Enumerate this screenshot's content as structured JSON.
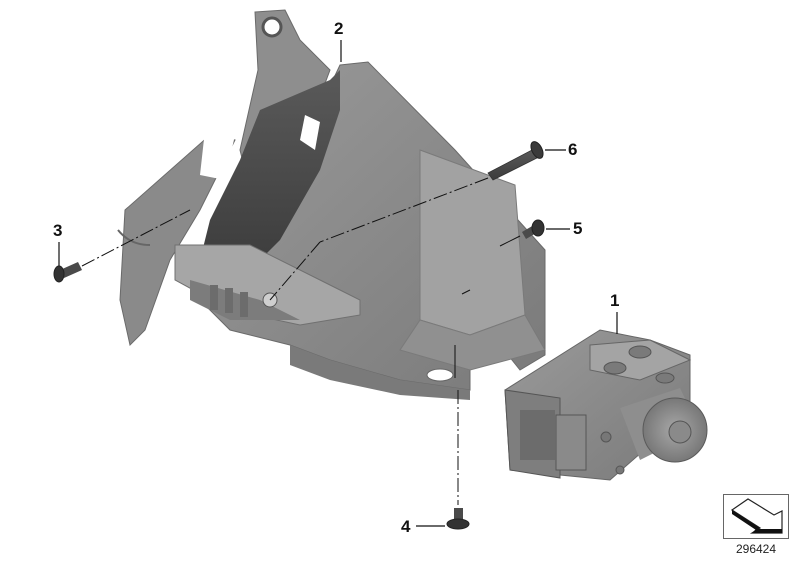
{
  "diagram": {
    "type": "exploded parts diagram",
    "background": "#ffffff",
    "part_color": "#8c8c8c",
    "line_color": "#111111",
    "callouts": [
      {
        "id": "1",
        "label": "1",
        "part": "ABS hydraulic unit (pressure modulator)"
      },
      {
        "id": "2",
        "label": "2",
        "part": "Holder bracket"
      },
      {
        "id": "3",
        "label": "3",
        "part": "Screw (small, left)"
      },
      {
        "id": "4",
        "label": "4",
        "part": "Screw (bottom)"
      },
      {
        "id": "5",
        "label": "5",
        "part": "Screw (short)"
      },
      {
        "id": "6",
        "label": "6",
        "part": "Bolt (long)"
      }
    ],
    "reference": {
      "number": "296424",
      "icon": "direction-arrow-icon"
    }
  }
}
